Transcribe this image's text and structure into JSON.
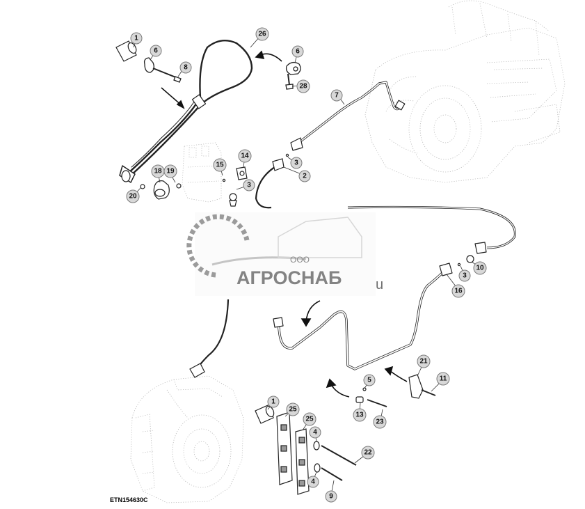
{
  "figure": {
    "reference_code": "ETN154630C",
    "callouts": [
      "1",
      "6",
      "8",
      "26",
      "6",
      "28",
      "7",
      "15",
      "14",
      "18",
      "19",
      "3",
      "3",
      "2",
      "20",
      "3",
      "10",
      "16",
      "21",
      "11",
      "5",
      "13",
      "23",
      "1",
      "25",
      "25",
      "4",
      "22",
      "4",
      "9"
    ]
  },
  "watermark": {
    "prefix": "ООО",
    "name": "АГРОСНАБ",
    "suffix": "u"
  },
  "colors": {
    "line": "#222222",
    "callout_fill": "#d8d8d8",
    "watermark": "#6e6e6e"
  }
}
